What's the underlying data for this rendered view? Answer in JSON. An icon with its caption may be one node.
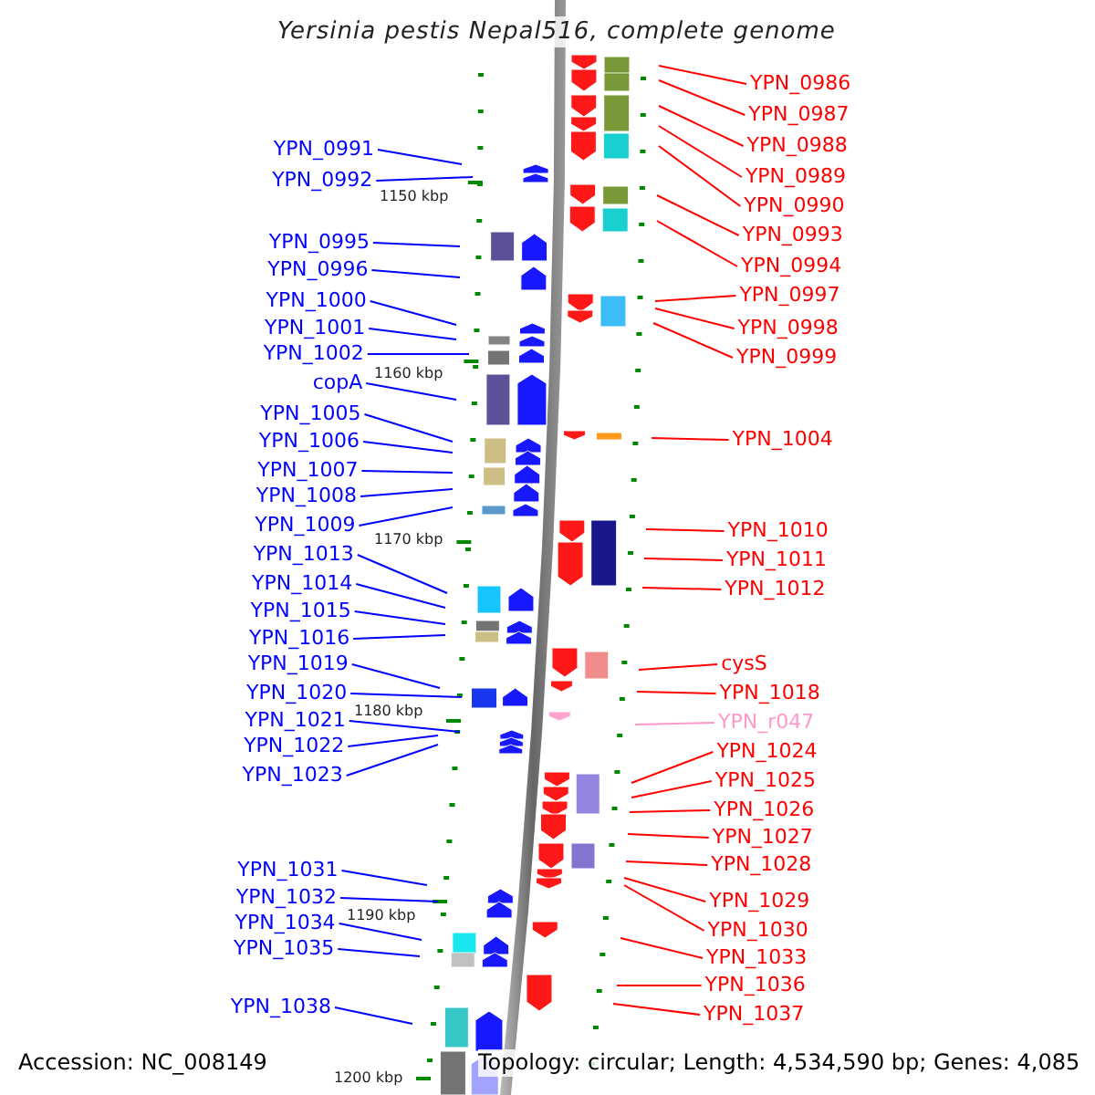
{
  "diagram": {
    "title": "Yersinia pestis Nepal516, complete genome",
    "nodes": [
      {
        "text": [
          "YPN_0991"
        ]
      },
      {
        "text": [
          "YPN_0992"
        ]
      },
      {
        "text": [
          "YPN_0995"
        ]
      },
      {
        "text": [
          "YPN_0996"
        ]
      },
      {
        "text": [
          "YPN_1000"
        ]
      },
      {
        "text": [
          "YPN_1001"
        ]
      },
      {
        "text": [
          "YPN_1002"
        ]
      },
      {
        "text": [
          "copA"
        ]
      },
      {
        "text": [
          "YPN_1005"
        ]
      },
      {
        "text": [
          "YPN_1006"
        ]
      },
      {
        "text": [
          "YPN_1007"
        ]
      },
      {
        "text": [
          "YPN_1008"
        ]
      },
      {
        "text": [
          "YPN_1009"
        ]
      },
      {
        "text": [
          "YPN_1013"
        ]
      },
      {
        "text": [
          "YPN_1014"
        ]
      },
      {
        "text": [
          "YPN_1015"
        ]
      },
      {
        "text": [
          "YPN_1016"
        ]
      },
      {
        "text": [
          "YPN_1019"
        ]
      },
      {
        "text": [
          "YPN_1020"
        ]
      },
      {
        "text": [
          "YPN_1021"
        ]
      },
      {
        "text": [
          "YPN_1022"
        ]
      },
      {
        "text": [
          "YPN_1023"
        ]
      },
      {
        "text": [
          "YPN_1031"
        ]
      },
      {
        "text": [
          "YPN_1032"
        ]
      },
      {
        "text": [
          "YPN_1034"
        ]
      },
      {
        "text": [
          "YPN_1035"
        ]
      },
      {
        "text": [
          "YPN_1038"
        ]
      },
      {
        "text": [
          "YPN_0986"
        ]
      },
      {
        "text": [
          "YPN_0987"
        ]
      },
      {
        "text": [
          "YPN_0988"
        ]
      },
      {
        "text": [
          "YPN_0989"
        ]
      },
      {
        "text": [
          "YPN_0990"
        ]
      },
      {
        "text": [
          "YPN_0993"
        ]
      },
      {
        "text": [
          "YPN_0994"
        ]
      },
      {
        "text": [
          "YPN_0997"
        ]
      },
      {
        "text": [
          "YPN_0998"
        ]
      },
      {
        "text": [
          "YPN_0999"
        ]
      },
      {
        "text": [
          "YPN_1004"
        ]
      },
      {
        "text": [
          "YPN_1010"
        ]
      },
      {
        "text": [
          "YPN_1011"
        ]
      },
      {
        "text": [
          "YPN_1012"
        ]
      },
      {
        "text": [
          "cysS"
        ]
      },
      {
        "text": [
          "YPN_1018"
        ]
      },
      {
        "text": [
          "YPN_r047"
        ]
      },
      {
        "text": [
          "YPN_1024"
        ]
      },
      {
        "text": [
          "YPN_1025"
        ]
      },
      {
        "text": [
          "YPN_1026"
        ]
      },
      {
        "text": [
          "YPN_1027"
        ]
      },
      {
        "text": [
          "YPN_1028"
        ]
      },
      {
        "text": [
          "YPN_1029"
        ]
      },
      {
        "text": [
          "YPN_1030"
        ]
      },
      {
        "text": [
          "YPN_1033"
        ]
      },
      {
        "text": [
          "YPN_1036"
        ]
      },
      {
        "text": [
          "YPN_1037"
        ]
      }
    ],
    "edges": [
      {
        "from": 0,
        "to": null,
        "arrow": "none"
      },
      {
        "from": 1,
        "to": null,
        "arrow": "none"
      },
      {
        "from": 2,
        "to": null,
        "arrow": "none"
      },
      {
        "from": 3,
        "to": null,
        "arrow": "none"
      },
      {
        "from": 4,
        "to": null,
        "arrow": "none"
      },
      {
        "from": 5,
        "to": null,
        "arrow": "none"
      },
      {
        "from": 6,
        "to": null,
        "arrow": "none"
      },
      {
        "from": 7,
        "to": null,
        "arrow": "none"
      },
      {
        "from": 8,
        "to": null,
        "arrow": "none"
      },
      {
        "from": 9,
        "to": null,
        "arrow": "none"
      },
      {
        "from": 10,
        "to": null,
        "arrow": "none"
      },
      {
        "from": 11,
        "to": null,
        "arrow": "none"
      },
      {
        "from": 12,
        "to": null,
        "arrow": "none"
      },
      {
        "from": 13,
        "to": null,
        "arrow": "none"
      },
      {
        "from": 14,
        "to": null,
        "arrow": "none"
      },
      {
        "from": 15,
        "to": null,
        "arrow": "none"
      },
      {
        "from": 16,
        "to": null,
        "arrow": "none"
      },
      {
        "from": 17,
        "to": null,
        "arrow": "none"
      },
      {
        "from": 18,
        "to": null,
        "arrow": "none"
      },
      {
        "from": 19,
        "to": null,
        "arrow": "none"
      },
      {
        "from": 20,
        "to": null,
        "arrow": "none"
      },
      {
        "from": 21,
        "to": null,
        "arrow": "none"
      },
      {
        "from": 22,
        "to": null,
        "arrow": "none"
      },
      {
        "from": 23,
        "to": null,
        "arrow": "none"
      },
      {
        "from": 24,
        "to": null,
        "arrow": "none"
      },
      {
        "from": 25,
        "to": null,
        "arrow": "none"
      },
      {
        "from": 26,
        "to": null,
        "arrow": "none"
      },
      {
        "from": 27,
        "to": null,
        "arrow": "none",
        "color": "#ff0000"
      },
      {
        "from": 28,
        "to": null,
        "arrow": "none",
        "color": "#ff0000"
      },
      {
        "from": 29,
        "to": null,
        "arrow": "none",
        "color": "#ff0000"
      },
      {
        "from": 30,
        "to": null,
        "arrow": "none",
        "color": "#ff0000"
      },
      {
        "from": 31,
        "to": null,
        "arrow": "none",
        "color": "#ff0000"
      },
      {
        "from": 32,
        "to": null,
        "arrow": "none",
        "color": "#ff0000"
      },
      {
        "from": 33,
        "to": null,
        "arrow": "none",
        "color": "#ff0000"
      },
      {
        "from": 34,
        "to": null,
        "arrow": "none",
        "color": "#ff0000"
      },
      {
        "from": 35,
        "to": null,
        "arrow": "none",
        "color": "#ff0000"
      },
      {
        "from": 36,
        "to": null,
        "arrow": "none",
        "color": "#ff0000"
      },
      {
        "from": 37,
        "to": null,
        "arrow": "none",
        "color": "#ff0000"
      },
      {
        "from": 38,
        "to": null,
        "arrow": "none",
        "color": "#ff0000"
      },
      {
        "from": 39,
        "to": null,
        "arrow": "none",
        "color": "#ff0000"
      },
      {
        "from": 40,
        "to": null,
        "arrow": "none",
        "color": "#ff0000"
      },
      {
        "from": 41,
        "to": null,
        "arrow": "none",
        "color": "#ff0000"
      },
      {
        "from": 42,
        "to": null,
        "arrow": "none",
        "color": "#ff0000"
      },
      {
        "from": 43,
        "to": null,
        "arrow": "none",
        "color": "#ff99cc"
      },
      {
        "from": 44,
        "to": null,
        "arrow": "none",
        "color": "#ff0000"
      },
      {
        "from": 45,
        "to": null,
        "arrow": "none",
        "color": "#ff0000"
      },
      {
        "from": 46,
        "to": null,
        "arrow": "none",
        "color": "#ff0000"
      },
      {
        "from": 47,
        "to": null,
        "arrow": "none",
        "color": "#ff0000"
      },
      {
        "from": 48,
        "to": null,
        "arrow": "none",
        "color": "#ff0000"
      },
      {
        "from": 49,
        "to": null,
        "arrow": "none",
        "color": "#ff0000"
      },
      {
        "from": 50,
        "to": null,
        "arrow": "none",
        "color": "#ff0000"
      },
      {
        "from": 51,
        "to": null,
        "arrow": "none",
        "color": "#ff0000"
      },
      {
        "from": 52,
        "to": null,
        "arrow": "none",
        "color": "#ff0000"
      },
      {
        "from": 53,
        "to": null,
        "arrow": "none",
        "color": "#ff0000"
      }
    ],
    "labels": [
      "1150 kbp",
      "1160 kbp",
      "1170 kbp",
      "1180 kbp",
      "1190 kbp",
      "Accession: NC_008149",
      "Topology: circular; Length: 4,534,590 bp; Genes: 4,085",
      "1200 kbp"
    ]
  }
}
